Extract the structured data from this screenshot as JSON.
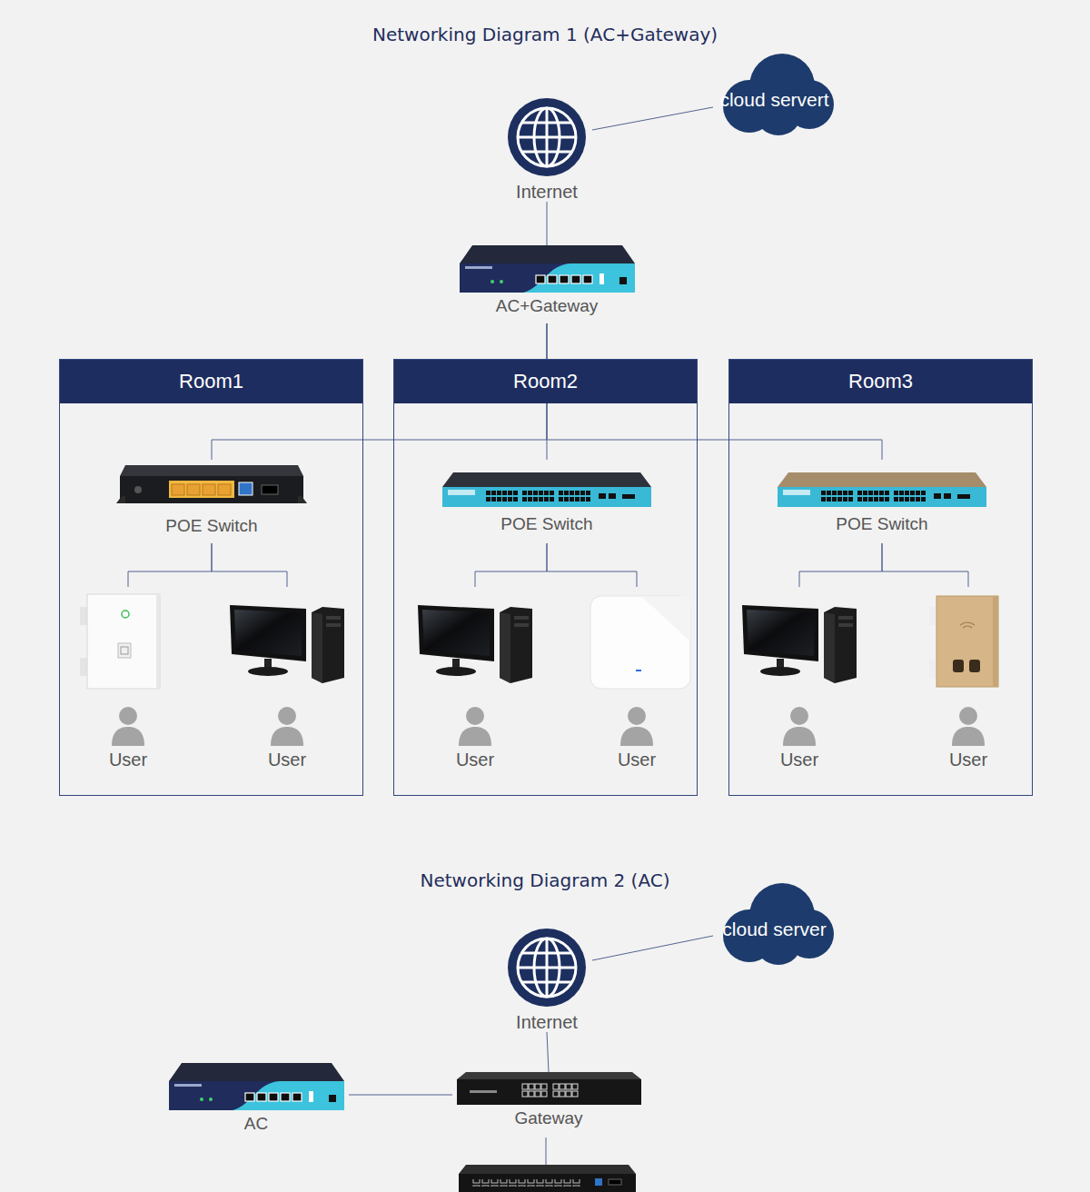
{
  "diagram": {
    "title": "Networking Diagram 1 (AC+Gateway)",
    "nodes": [
      {
        "text": [
          "cloud servert"
        ]
      },
      {
        "text": [
          "Internet"
        ]
      },
      {
        "text": [
          "AC+Gateway"
        ]
      },
      {
        "text": [
          "Room1"
        ]
      },
      {
        "text": [
          "POE Switch"
        ],
        "in": 3
      },
      {
        "text": [
          "User"
        ],
        "in": 3
      },
      {
        "text": [
          "User"
        ],
        "in": 3
      },
      {
        "text": [
          "Room2"
        ]
      },
      {
        "text": [
          "POE Switch"
        ],
        "in": 7
      },
      {
        "text": [
          "User"
        ],
        "in": 7
      },
      {
        "text": [
          "User"
        ],
        "in": 7
      },
      {
        "text": [
          "Room3"
        ]
      },
      {
        "text": [
          "POE Switch"
        ],
        "in": 11
      },
      {
        "text": [
          "User"
        ],
        "in": 11
      },
      {
        "text": [
          "User"
        ],
        "in": 11
      },
      {
        "text": [
          "cloud server"
        ]
      },
      {
        "text": [
          "Internet"
        ]
      },
      {
        "text": [
          "AC"
        ]
      },
      {
        "text": [
          "Gateway"
        ]
      }
    ],
    "edges": [
      {
        "from": 1,
        "to": 0,
        "arrow": "none"
      },
      {
        "from": 1,
        "to": 2,
        "arrow": "none"
      },
      {
        "from": 2,
        "to": 4,
        "arrow": "none"
      },
      {
        "from": 2,
        "to": 8,
        "arrow": "none"
      },
      {
        "from": 2,
        "to": 12,
        "arrow": "none"
      },
      {
        "from": 4,
        "to": 5,
        "arrow": "none"
      },
      {
        "from": 4,
        "to": 6,
        "arrow": "none"
      },
      {
        "from": 8,
        "to": 9,
        "arrow": "none"
      },
      {
        "from": 8,
        "to": 10,
        "arrow": "none"
      },
      {
        "from": 12,
        "to": 13,
        "arrow": "none"
      },
      {
        "from": 12,
        "to": 14,
        "arrow": "none"
      },
      {
        "from": 16,
        "to": 15,
        "arrow": "none"
      },
      {
        "from": 16,
        "to": 18,
        "arrow": "none"
      },
      {
        "from": 17,
        "to": 18,
        "arrow": "none"
      }
    ],
    "labels": [
      "Networking Diagram 2 (AC)"
    ]
  }
}
